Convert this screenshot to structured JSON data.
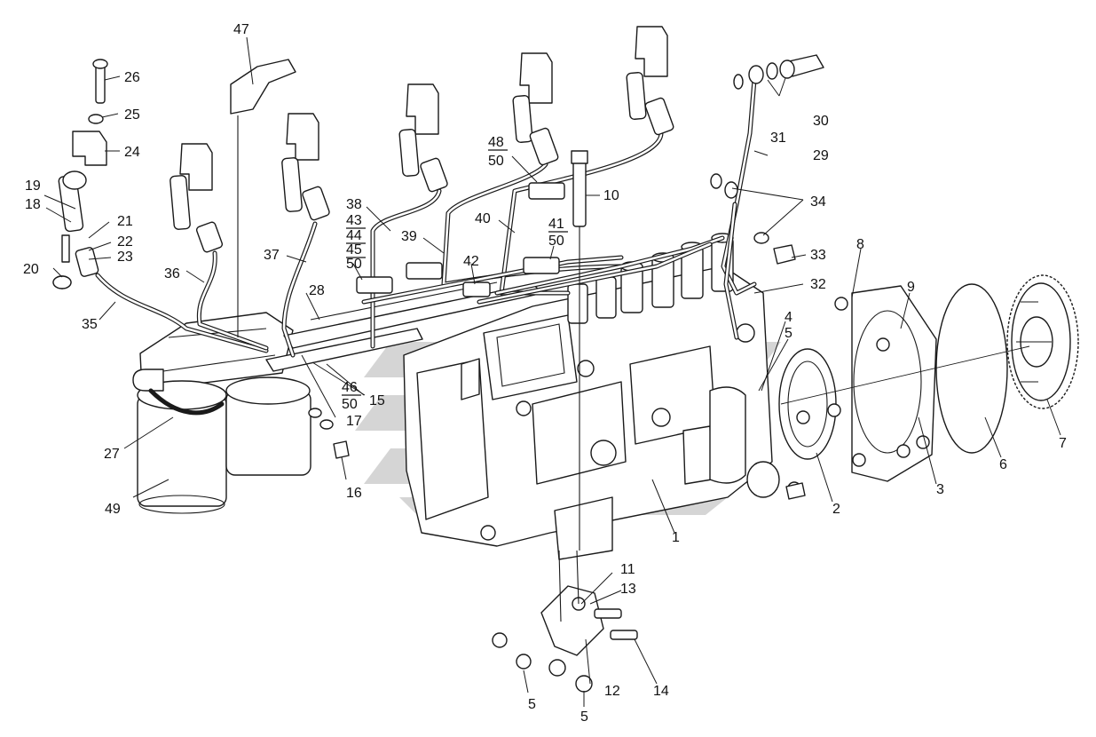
{
  "colors": {
    "line": "#1a1a1a",
    "background": "#ffffff",
    "watermark": "#c8c8c8"
  },
  "icons": {
    "watermark": "logo-watermark"
  },
  "callouts": [
    {
      "id": "c1",
      "label": "1"
    },
    {
      "id": "c2",
      "label": "2"
    },
    {
      "id": "c3",
      "label": "3"
    },
    {
      "id": "c4",
      "label": "4"
    },
    {
      "id": "c5a",
      "label": "5"
    },
    {
      "id": "c5b",
      "label": "5"
    },
    {
      "id": "c5c",
      "label": "5"
    },
    {
      "id": "c6",
      "label": "6"
    },
    {
      "id": "c7",
      "label": "7"
    },
    {
      "id": "c8",
      "label": "8"
    },
    {
      "id": "c9",
      "label": "9"
    },
    {
      "id": "c10",
      "label": "10"
    },
    {
      "id": "c11",
      "label": "11"
    },
    {
      "id": "c12",
      "label": "12"
    },
    {
      "id": "c13",
      "label": "13"
    },
    {
      "id": "c14",
      "label": "14"
    },
    {
      "id": "c15",
      "label": "15"
    },
    {
      "id": "c16",
      "label": "16"
    },
    {
      "id": "c17",
      "label": "17"
    },
    {
      "id": "c18",
      "label": "18"
    },
    {
      "id": "c19",
      "label": "19"
    },
    {
      "id": "c20",
      "label": "20"
    },
    {
      "id": "c21",
      "label": "21"
    },
    {
      "id": "c22",
      "label": "22"
    },
    {
      "id": "c23",
      "label": "23"
    },
    {
      "id": "c24",
      "label": "24"
    },
    {
      "id": "c25",
      "label": "25"
    },
    {
      "id": "c26",
      "label": "26"
    },
    {
      "id": "c27",
      "label": "27"
    },
    {
      "id": "c28",
      "label": "28"
    },
    {
      "id": "c29",
      "label": "29"
    },
    {
      "id": "c30",
      "label": "30"
    },
    {
      "id": "c31",
      "label": "31"
    },
    {
      "id": "c32",
      "label": "32"
    },
    {
      "id": "c33",
      "label": "33"
    },
    {
      "id": "c34",
      "label": "34"
    },
    {
      "id": "c35",
      "label": "35"
    },
    {
      "id": "c36",
      "label": "36"
    },
    {
      "id": "c37",
      "label": "37"
    },
    {
      "id": "c38",
      "label": "38"
    },
    {
      "id": "c39",
      "label": "39"
    },
    {
      "id": "c40",
      "label": "40"
    },
    {
      "id": "c42",
      "label": "42"
    },
    {
      "id": "c47",
      "label": "47"
    },
    {
      "id": "c49",
      "label": "49"
    }
  ],
  "stacks": [
    {
      "id": "s1",
      "items": [
        "48",
        "50"
      ]
    },
    {
      "id": "s2",
      "items": [
        "41",
        "50"
      ]
    },
    {
      "id": "s3",
      "items": [
        "43",
        "44",
        "45",
        "50"
      ]
    },
    {
      "id": "s4",
      "items": [
        "46",
        "50"
      ]
    },
    {
      "id": "s5",
      "items": [
        "4",
        "5"
      ]
    }
  ]
}
